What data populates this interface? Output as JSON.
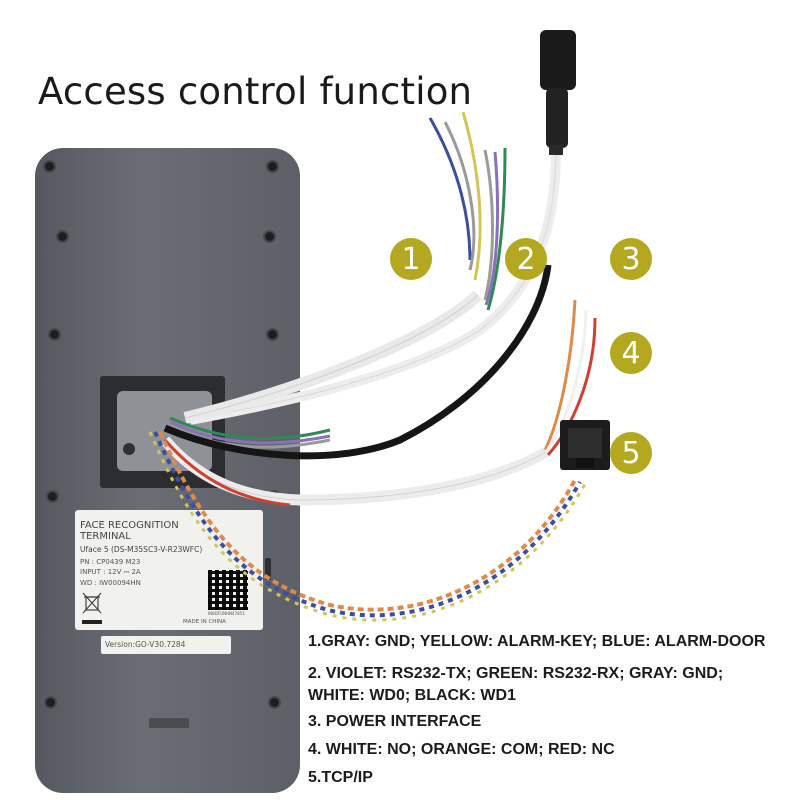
{
  "title": "Access control function",
  "badges": [
    "1",
    "2",
    "3",
    "4",
    "5"
  ],
  "device_label": {
    "line1": "FACE RECOGNITION TERMINAL",
    "line2": "Uface 5 (DS-M35SC3-V-R23WFC)",
    "pn": "PN : CP0439  M23",
    "input": "INPUT : 12V ⎓ 2A",
    "wd": "WD : IW00094HN",
    "made_in": "MADE IN CHINA",
    "small_code": "IN8DFUNHN47851"
  },
  "version": "Version:GO-V30.7284",
  "legend": {
    "item1": "1.GRAY: GND; YELLOW: ALARM-KEY; BLUE: ALARM-DOOR",
    "item2a": "2. VIOLET: RS232-TX; GREEN: RS232-RX; GRAY: GND;",
    "item2b": "WHITE: WD0; BLACK: WD1",
    "item3": "3. POWER INTERFACE",
    "item4": "4. WHITE: NO; ORANGE: COM; RED: NC",
    "item5": "5.TCP/IP"
  },
  "colors": {
    "badge": "#b3a81f",
    "device_body": "#5f6268",
    "wire_gray": "#9a9a9a",
    "wire_yellow": "#d4c455",
    "wire_blue": "#3a4fa3",
    "wire_violet": "#8a70b8",
    "wire_green": "#2f8a55",
    "wire_white": "#f2f2f2",
    "wire_black": "#151515",
    "wire_orange": "#e08a4a",
    "wire_red": "#d04030"
  },
  "icons": [
    "recycle-bin-crossed-icon",
    "qr-code-icon",
    "power-jack-icon",
    "rj45-connector-icon"
  ]
}
